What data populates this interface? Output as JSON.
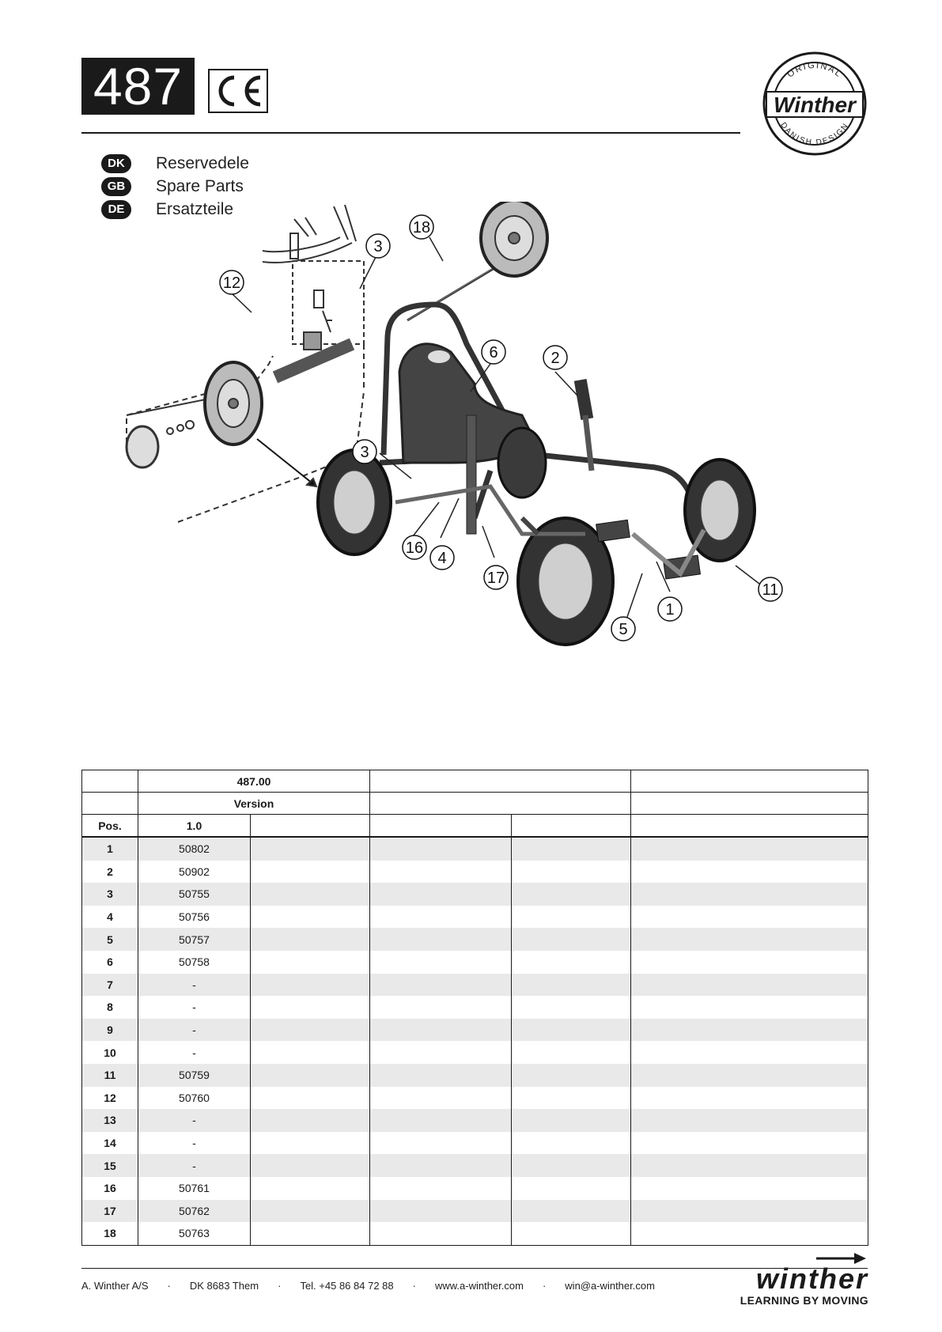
{
  "header": {
    "model": "487"
  },
  "languages": [
    {
      "code": "DK",
      "text": "Reservedele"
    },
    {
      "code": "GB",
      "text": "Spare Parts"
    },
    {
      "code": "DE",
      "text": "Ersatzteile"
    }
  ],
  "logo": {
    "top_text": "ORIGINAL",
    "name": "Winther",
    "bottom_text": "DANISH DESIGN"
  },
  "diagram": {
    "callouts": [
      "18",
      "3",
      "12",
      "6",
      "2",
      "3",
      "16",
      "4",
      "17",
      "11",
      "1",
      "5"
    ]
  },
  "table": {
    "header1": "487.00",
    "header2": "Version",
    "pos_label": "Pos.",
    "version": "1.0",
    "rows": [
      {
        "pos": "1",
        "part": "50802"
      },
      {
        "pos": "2",
        "part": "50902"
      },
      {
        "pos": "3",
        "part": "50755"
      },
      {
        "pos": "4",
        "part": "50756"
      },
      {
        "pos": "5",
        "part": "50757"
      },
      {
        "pos": "6",
        "part": "50758"
      },
      {
        "pos": "7",
        "part": "-"
      },
      {
        "pos": "8",
        "part": "-"
      },
      {
        "pos": "9",
        "part": "-"
      },
      {
        "pos": "10",
        "part": "-"
      },
      {
        "pos": "11",
        "part": "50759"
      },
      {
        "pos": "12",
        "part": "50760"
      },
      {
        "pos": "13",
        "part": "-"
      },
      {
        "pos": "14",
        "part": "-"
      },
      {
        "pos": "15",
        "part": "-"
      },
      {
        "pos": "16",
        "part": "50761"
      },
      {
        "pos": "17",
        "part": "50762"
      },
      {
        "pos": "18",
        "part": "50763"
      }
    ]
  },
  "footer": {
    "company": "A. Winther A/S",
    "address": "DK 8683 Them",
    "phone": "Tel. +45 86 84 72 88",
    "web": "www.a-winther.com",
    "email": "win@a-winther.com",
    "separator": "·",
    "brand": "winther",
    "tagline": "LEARNING BY MOVING"
  }
}
